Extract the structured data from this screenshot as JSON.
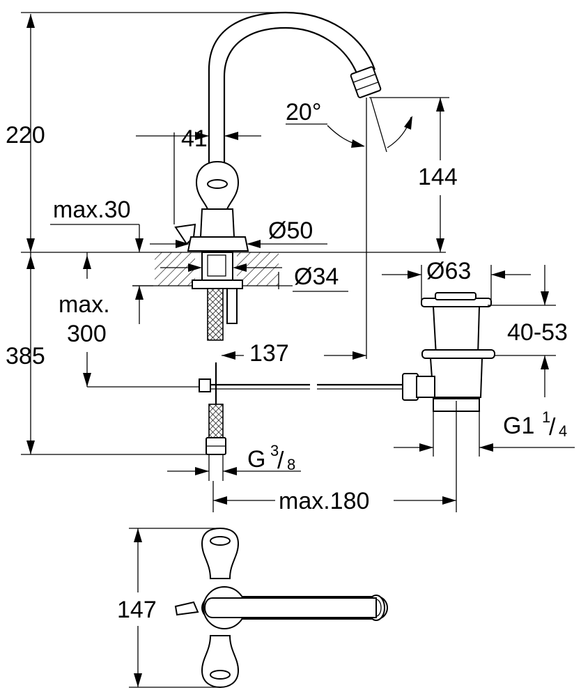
{
  "dimensions": {
    "total_height": "220",
    "spout_width": "41",
    "spout_angle": "20°",
    "spout_outlet_height": "144",
    "max_deck_thickness": "max.30",
    "base_diameter": "Ø50",
    "hole_diameter": "Ø34",
    "max_pipe_length_line1": "max.",
    "max_pipe_length_line2": "300",
    "spout_reach": "137",
    "installation_height": "385",
    "waste_diameter": "Ø63",
    "waste_range": "40-53",
    "waste_thread_main": "G1",
    "waste_thread_num": "1",
    "waste_thread_den": "4",
    "supply_thread_main": "G",
    "supply_thread_num": "3",
    "supply_thread_den": "8",
    "max_waste_offset": "max.180",
    "top_view_depth": "147"
  }
}
